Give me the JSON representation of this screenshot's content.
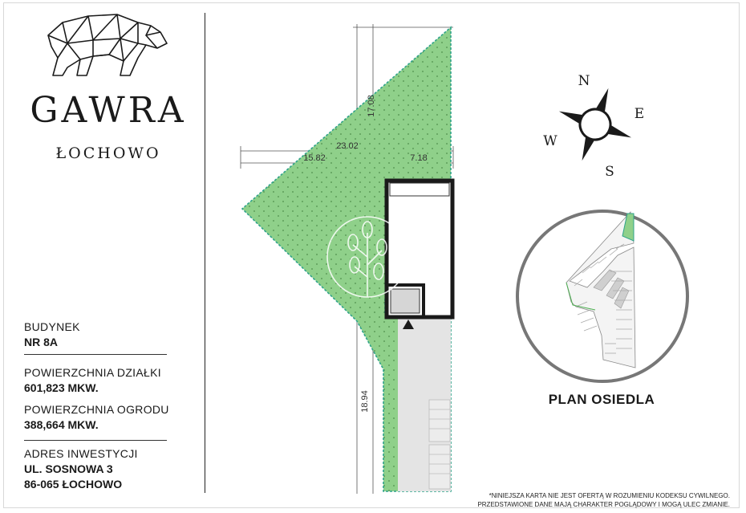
{
  "brand": {
    "name": "GAWRA",
    "location": "ŁOCHOWO"
  },
  "info": {
    "building_label": "BUDYNEK",
    "building_value": "NR 8A",
    "plot_area_label": "POWIERZCHNIA DZIAŁKI",
    "plot_area_value": "601,823 MKW.",
    "garden_area_label": "POWIERZCHNIA OGRODU",
    "garden_area_value": "388,664 MKW.",
    "address_label": "ADRES INWESTYCJI",
    "address_line1": "UL. SOSNOWA 3",
    "address_line2": "86-065 ŁOCHOWO"
  },
  "plan": {
    "dim_top": "17.08",
    "dim_total_width": "23.02",
    "dim_left_width": "15.82",
    "dim_right_width": "7.18",
    "dim_bottom": "18.94"
  },
  "compass": {
    "north": "N",
    "east": "E",
    "south": "S",
    "west": "W"
  },
  "site_plan": {
    "label": "PLAN OSIEDLA"
  },
  "disclaimer": {
    "line1": "*NINIEJSZA KARTA NIE JEST OFERTĄ W ROZUMIENIU KODEKSU CYWILNEGO.",
    "line2": "PRZEDSTAWIONE DANE MAJĄ CHARAKTER POGLĄDOWY I MOGĄ ULEC ZMIANIE."
  },
  "colors": {
    "garden_green": "#8fd08a",
    "garden_edge": "#2fa38a",
    "paving": "#e4e4e4",
    "text": "#1a1a1a"
  }
}
